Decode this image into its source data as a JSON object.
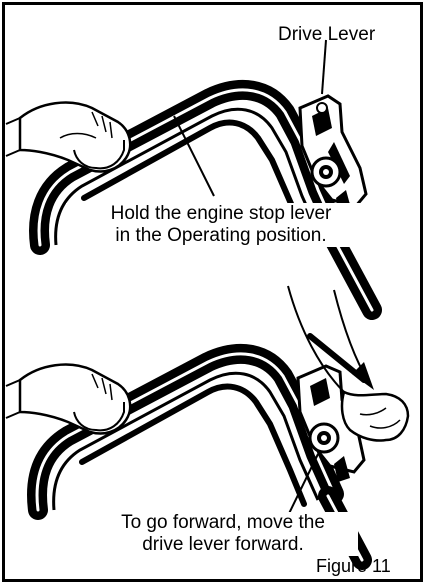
{
  "top_panel": {
    "label_drive_lever": "Drive Lever",
    "caption_line1": "Hold the engine stop lever",
    "caption_line2": "in the Operating position."
  },
  "bottom_panel": {
    "caption_line1": "To go forward, move the",
    "caption_line2": "drive lever forward."
  },
  "figure_label": "Figure 11"
}
